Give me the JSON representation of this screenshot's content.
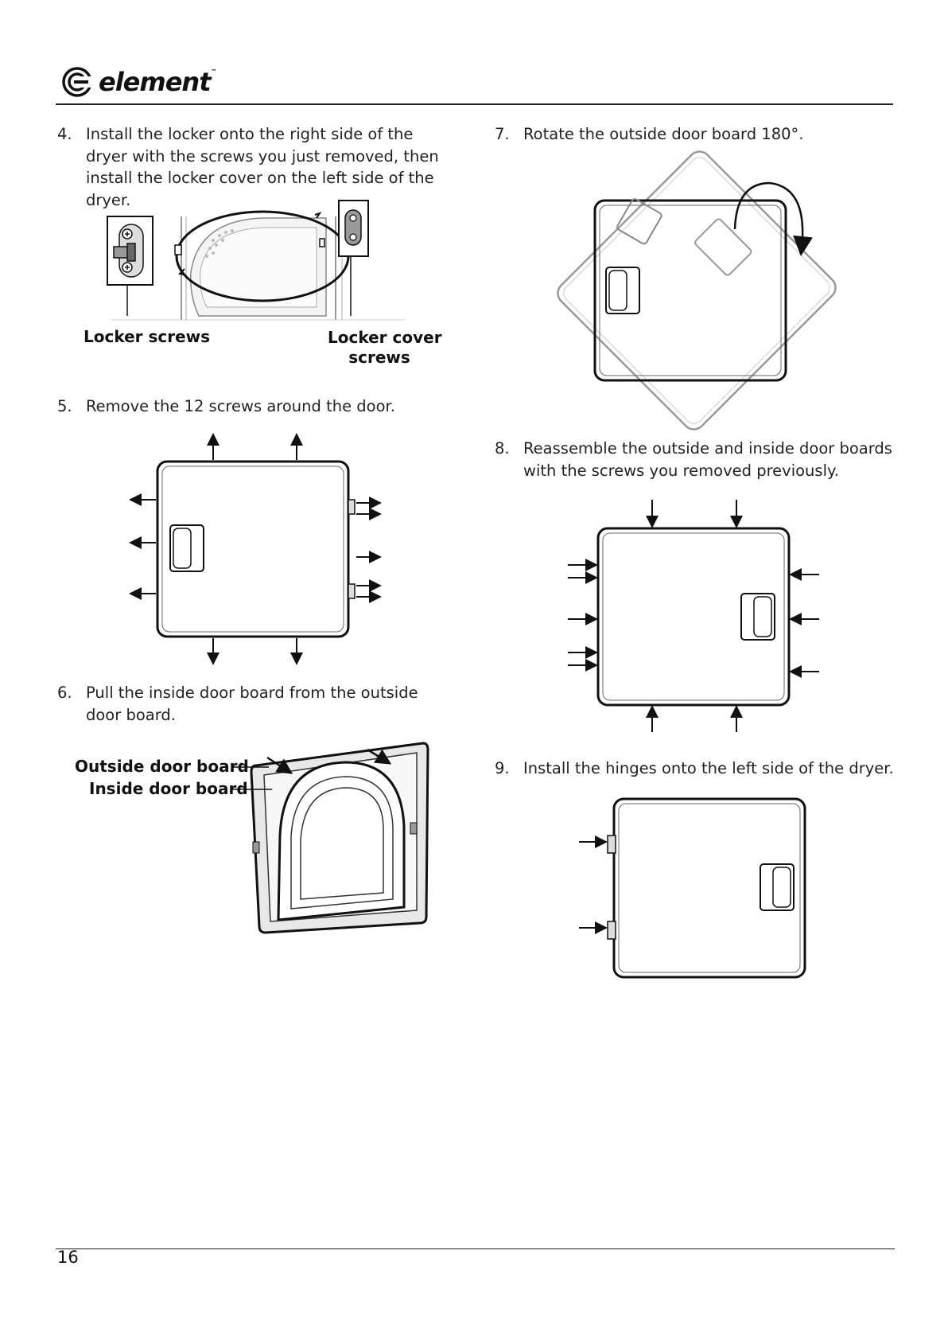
{
  "brand": {
    "name": "element",
    "tm": "™"
  },
  "page_number": "16",
  "steps": [
    {
      "num": "4.",
      "text": "Install the locker onto the right side of the dryer with the screws you just removed, then install the locker cover on the left side of the dryer."
    },
    {
      "num": "5.",
      "text": "Remove the 12 screws around the door."
    },
    {
      "num": "6.",
      "text": "Pull the inside door board from the outside door board."
    },
    {
      "num": "7.",
      "text": "Rotate the outside door board 180°."
    },
    {
      "num": "8.",
      "text": "Reassemble the outside and inside door boards with the screws you removed previously."
    },
    {
      "num": "9.",
      "text": "Install the hinges onto the left side of the dryer."
    }
  ],
  "labels": {
    "locker_screws": "Locker screws",
    "locker_cover_line1": "Locker cover",
    "locker_cover_line2": "screws",
    "outside_door_board": "Outside door board",
    "inside_door_board": "Inside door board"
  }
}
